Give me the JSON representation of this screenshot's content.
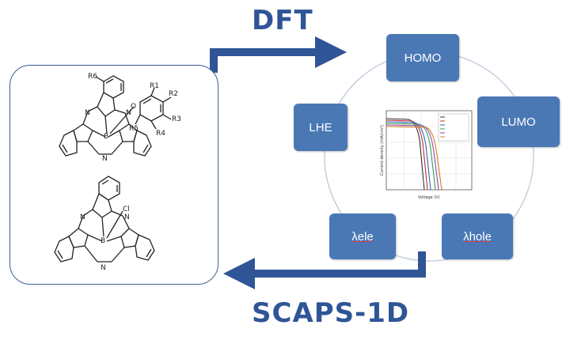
{
  "titles": {
    "top": "DFT",
    "bottom": "SCAPS-1D"
  },
  "nodes": {
    "homo": "HOMO",
    "lumo": "LUMO",
    "lhe": "LHE",
    "lambda_ele": "λele",
    "lambda_hole": "λhole"
  },
  "molecule_labels": {
    "r6": "R6",
    "o": "O",
    "r1": "R1",
    "r2": "R2",
    "r3": "R3",
    "r4": "R4",
    "r5": "R5",
    "b_top": "B",
    "cl": "Cl",
    "b_bottom": "B",
    "n": "N"
  },
  "plot": {
    "ylabel": "Current density (mA/cm²)",
    "xlabel": "Voltage (V)"
  },
  "colors": {
    "accent": "#2f5597",
    "node_fill": "#4a78b5",
    "arrow": "#2f5597"
  }
}
